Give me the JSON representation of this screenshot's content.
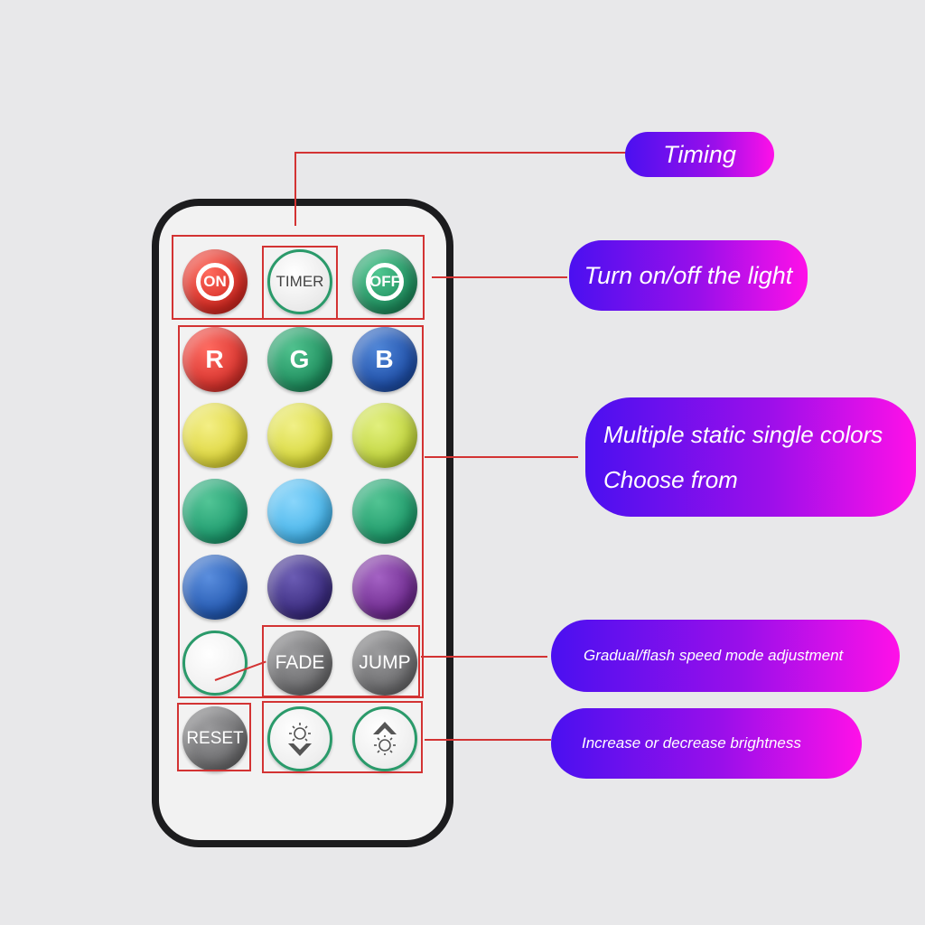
{
  "buttons": {
    "on": "ON",
    "timer": "TIMER",
    "off": "OFF",
    "r": "R",
    "g": "G",
    "b": "B",
    "fade": "FADE",
    "jump": "JUMP",
    "reset": "RESET"
  },
  "colors": {
    "red": "#d8332d",
    "green": "#1f8e5e",
    "blue": "#1f4fa8",
    "yellow": "#dcd53a",
    "yellow2": "#d7d83a",
    "lime": "#bfd33a",
    "teal": "#1d9a6d",
    "sky": "#46b4ea",
    "teal2": "#1e9a6a",
    "royal": "#2358b0",
    "indigo": "#3a2b7e",
    "violet": "#6e2a8e",
    "white": "#f5f5f5",
    "gray": "#6d6d6f",
    "annotation": "#d33333",
    "pill_start": "#4a10f0",
    "pill_end": "#ff10e8"
  },
  "callouts": {
    "timing": "Timing",
    "power": "Turn on/off the light",
    "colors_line1": "Multiple static single colors",
    "colors_line2": "Choose from",
    "speed": "Gradual/flash speed mode adjustment",
    "brightness": "Increase or decrease brightness"
  }
}
